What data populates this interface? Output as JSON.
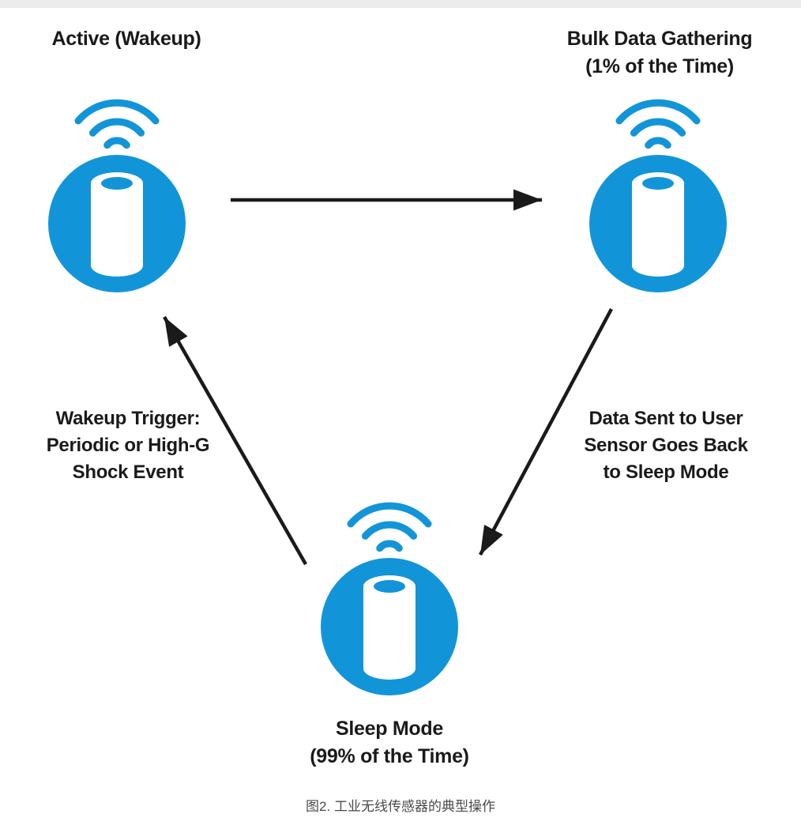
{
  "figure": {
    "caption": "图2. 工业无线传感器的典型操作",
    "accent_color": "#1295d8",
    "arrow_color": "#1a1a1a",
    "nodes": {
      "active": {
        "label": "Active (Wakeup)"
      },
      "bulk_data_gathering": {
        "label": "Bulk Data Gathering\n(1% of the Time)"
      },
      "sleep_mode": {
        "label": "Sleep Mode\n(99% of the Time)"
      }
    },
    "edge_labels": {
      "sleep_to_active": "Wakeup Trigger:\nPeriodic or High-G\nShock Event",
      "bulk_to_sleep": "Data Sent to User\nSensor Goes Back\nto Sleep Mode"
    }
  }
}
